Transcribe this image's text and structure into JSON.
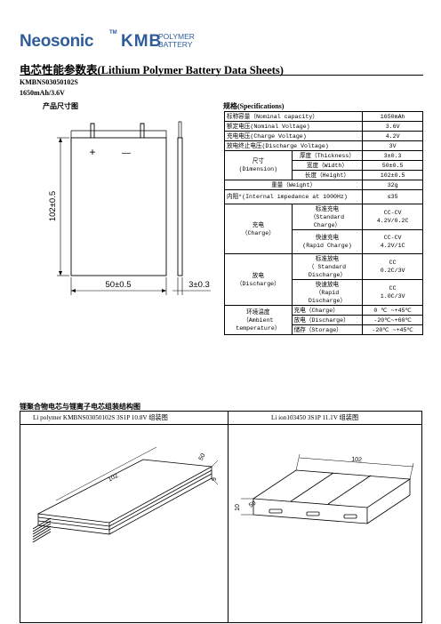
{
  "header": {
    "brand_left": "Neosonic",
    "brand_tm": "TM",
    "brand_right": "KMB",
    "brand_polymer": "POLYMER",
    "brand_battery": "BATTERY",
    "title": "电芯性能参数表(Lithium Polymer Battery Data Sheets)",
    "model": "KMBNS03050102S",
    "capacity": "1650mAh/3.6V"
  },
  "dimension_drawing": {
    "title": "产品尺寸图",
    "plus": "+",
    "minus": "—",
    "length_label": "102±0.5",
    "width_label": "50±0.5",
    "thickness_label": "3±0.3"
  },
  "specifications": {
    "title": "规格(Specifications)",
    "rows": {
      "nominal_capacity": {
        "label": "标称容量（Nominal capacity）",
        "value": "1650mAh"
      },
      "nominal_voltage": {
        "label": "额定电压(Nominal Voltage)",
        "value": "3.6V"
      },
      "charge_voltage": {
        "label": "充电电压(Charge Voltage)",
        "value": "4.2V"
      },
      "discharge_voltage": {
        "label": "放电终止电压(Discharge Voltage)",
        "value": "3V"
      },
      "dimension": {
        "label": "尺寸",
        "label_en": "(Dimension)",
        "thickness": {
          "label": "厚度（Thickness）",
          "value": "3±0.3"
        },
        "width": {
          "label": "宽度（Width）",
          "value": "50±0.5"
        },
        "height": {
          "label": "长度（Height）",
          "value": "102±0.5"
        }
      },
      "weight": {
        "label": "重量（Weight）",
        "value": "32g"
      },
      "impedance": {
        "label": "内阻*(Internal impedance at 1000Hz)",
        "value": "≤35"
      },
      "charge": {
        "label": "充电",
        "label_en": "（Charge）",
        "standard": {
          "label_1": "标准充电",
          "label_2": "（Standard",
          "label_3": "Charge）",
          "value_1": "CC-CV",
          "value_2": "4.2V/0.2C"
        },
        "rapid": {
          "label_1": "快速充电",
          "label_2": "(Rapid Charge)",
          "value_1": "CC-CV",
          "value_2": "4.2V/1C"
        }
      },
      "discharge": {
        "label": "放电",
        "label_en": "（Discharge）",
        "standard": {
          "label_1": "标准放电",
          "label_2": "（ Standard",
          "label_3": "Discharge）",
          "value_1": "CC",
          "value_2": "0.2C/3V"
        },
        "rapid": {
          "label_1": "快速放电",
          "label_2": "（Rapid",
          "label_3": "Discharge）",
          "value_1": "CC",
          "value_2": "1.0C/3V"
        }
      },
      "environment": {
        "label": "环境温度",
        "label_2": "（Ambient",
        "label_3": "temperature）",
        "charge": {
          "label": "充电（Charge）",
          "value": "0 ℃ ~+45℃"
        },
        "discharge": {
          "label": "放电（Discharge）",
          "value": "-20℃~+60℃"
        },
        "storage": {
          "label": "储存（Storage）",
          "value": "-20℃ ~+45℃"
        }
      }
    }
  },
  "assembly": {
    "title": "锂聚合物电芯与锂离子电芯组装结构图",
    "left_title": "Li polymer KMBNS03050102S 3S1P 10.8V  组装图",
    "right_title": "Li ion103450 3S1P 11.1V  组装图",
    "left_dims": {
      "length": "102",
      "width": "50",
      "thickness": "9"
    },
    "right_dims": {
      "length": "102",
      "width": "50",
      "thickness": "10"
    }
  }
}
